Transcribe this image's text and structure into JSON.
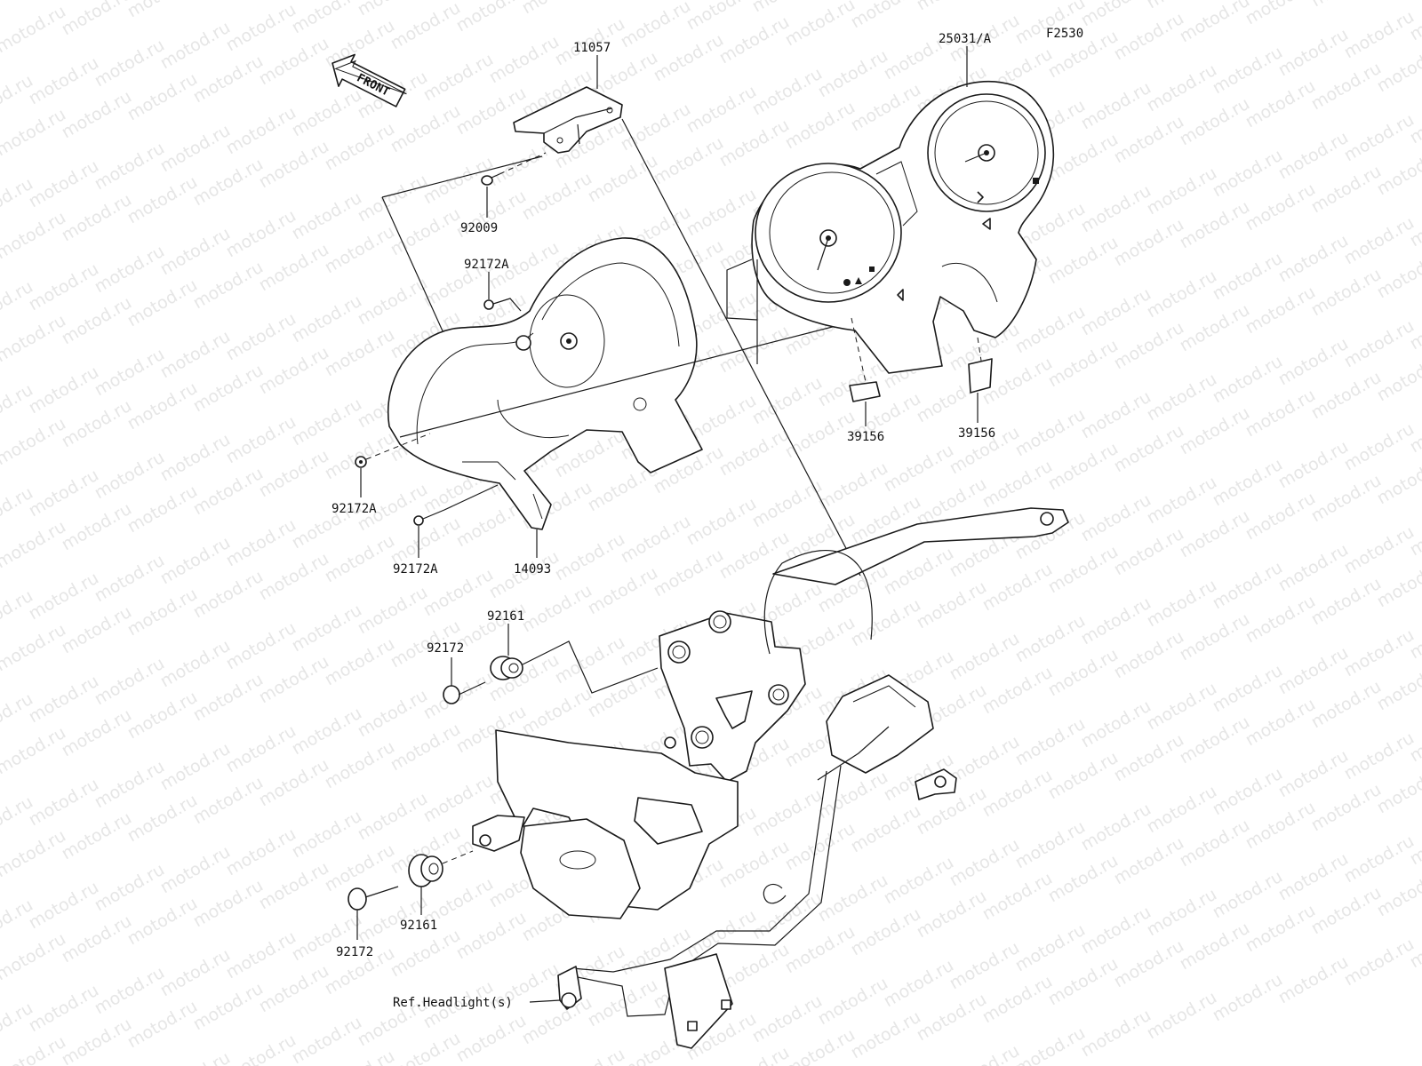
{
  "figure_code": "F2530",
  "front_arrow_label": "FRONT",
  "watermark_text": "motod.ru",
  "parts": {
    "p11057": "11057",
    "p25031": "25031/A",
    "p92009": "92009",
    "p92172a_top": "92172A",
    "p92172a_left": "92172A",
    "p92172a_bottom": "92172A",
    "p14093": "14093",
    "p39156_left": "39156",
    "p39156_right": "39156",
    "p92161_upper": "92161",
    "p92172_upper": "92172",
    "p92161_lower": "92161",
    "p92172_lower": "92172",
    "ref_headlight": "Ref.Headlight(s)"
  }
}
